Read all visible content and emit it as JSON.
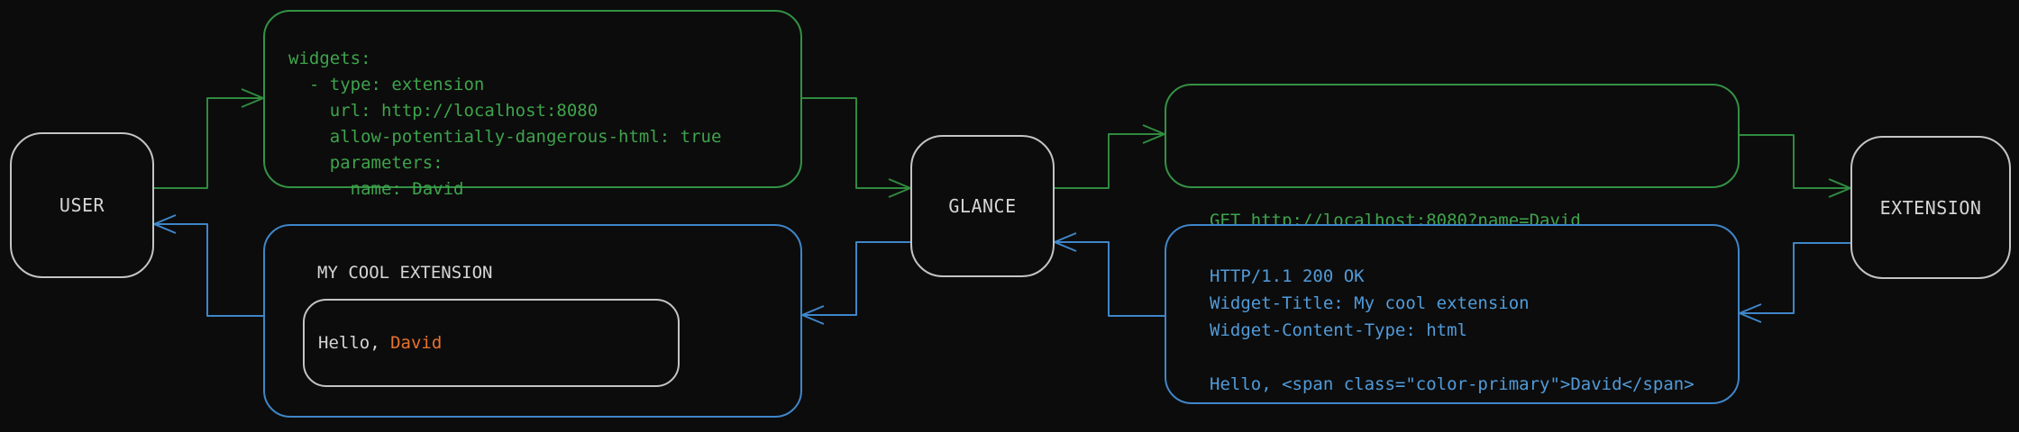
{
  "diagram": {
    "background": "#0c0c0c",
    "colors": {
      "request_line": "#2f8a3f",
      "request_text": "#3fa34c",
      "response_line": "#3f86c8",
      "response_text": "#519bd9",
      "node_border": "#c4c4c4",
      "node_text": "#d6d6d6",
      "accent_orange": "#e8722d"
    }
  },
  "nodes": {
    "user": {
      "label": "USER"
    },
    "glance": {
      "label": "GLANCE"
    },
    "extension": {
      "label": "EXTENSION"
    }
  },
  "config_box": {
    "code": "widgets:\n  - type: extension\n    url: http://localhost:8080\n    allow-potentially-dangerous-html: true\n    parameters:\n      name: David"
  },
  "request_box": {
    "code": "GET http://localhost:8080?name=David"
  },
  "response_box": {
    "code": "HTTP/1.1 200 OK\nWidget-Title: My cool extension\nWidget-Content-Type: html\n\nHello, <span class=\"color-primary\">David</span>"
  },
  "widget_box": {
    "title": "MY COOL EXTENSION",
    "greeting_prefix": "Hello, ",
    "greeting_name": "David"
  }
}
